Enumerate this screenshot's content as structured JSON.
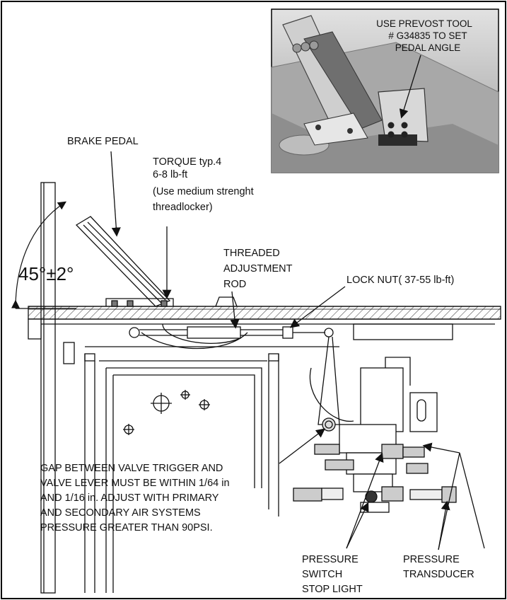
{
  "inset": {
    "note": [
      "USE PREVOST TOOL",
      "# G34835 TO SET",
      "PEDAL ANGLE"
    ]
  },
  "labels": {
    "brake_pedal": "BRAKE PEDAL",
    "torque": [
      "TORQUE typ.4",
      "6-8 lb-ft",
      "(Use medium strenght",
      "threadlocker)"
    ],
    "angle": "45°±2°",
    "threaded_rod": [
      "THREADED",
      "ADJUSTMENT",
      "ROD"
    ],
    "lock_nut": "LOCK NUT( 37-55 lb-ft)",
    "gap_note": [
      "GAP BETWEEN VALVE TRIGGER AND",
      "VALVE LEVER MUST BE WITHIN 1/64 in",
      "AND 1/16 in. ADJUST WITH PRIMARY",
      "AND SECONDARY AIR SYSTEMS",
      "PRESSURE GREATER THAN 90PSI."
    ],
    "pressure_switch": [
      "PRESSURE",
      "SWITCH",
      "STOP LIGHT"
    ],
    "pressure_transducer": [
      "PRESSURE",
      "TRANSDUCER"
    ]
  }
}
